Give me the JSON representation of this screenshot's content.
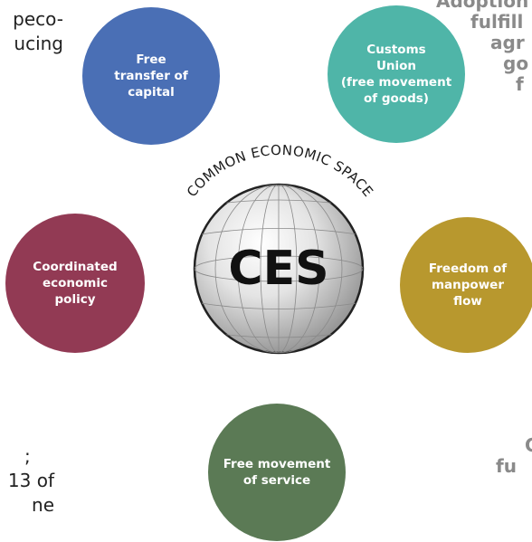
{
  "left_text": {
    "lines_top": [
      "peco-",
      "ucing"
    ],
    "lines_bottom": [
      ";",
      "13 of",
      "ne"
    ]
  },
  "right_text": {
    "lines_top": [
      "Adoption",
      "fulfill",
      "agr",
      "go",
      "f"
    ],
    "lines_bottom": [
      "C",
      "fu"
    ]
  },
  "center": {
    "arc_title": "COMMON ECONOMIC SPACE",
    "label": "CES"
  },
  "bubbles": {
    "capital": {
      "label": [
        "Free",
        "transfer of",
        "capital"
      ],
      "color": "#4a6fb5"
    },
    "customs": {
      "label": [
        "Customs",
        "Union",
        "(free movement",
        "of goods)"
      ],
      "color": "#4fb5a8"
    },
    "policy": {
      "label": [
        "Coordinated",
        "economic",
        "policy"
      ],
      "color": "#923a54"
    },
    "manpower": {
      "label": [
        "Freedom of",
        "manpower",
        "flow"
      ],
      "color": "#b8982e"
    },
    "service": {
      "label": [
        "Free movement",
        "of service"
      ],
      "color": "#5b7a55"
    }
  }
}
